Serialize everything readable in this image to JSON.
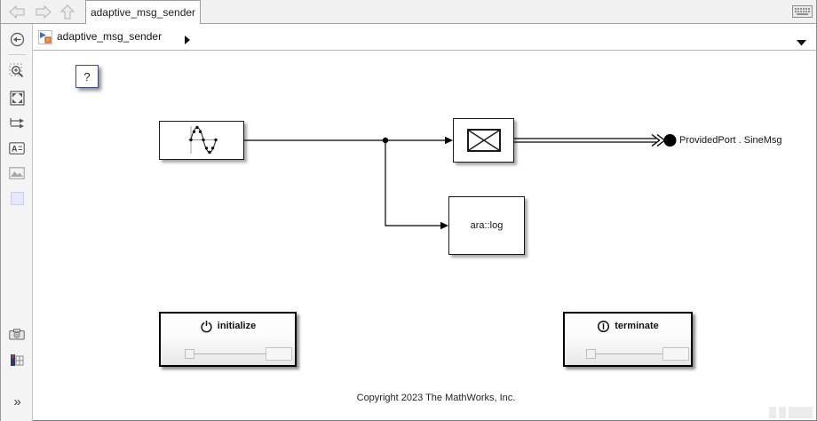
{
  "tab_bar": {
    "tab_label": "adaptive_msg_sender",
    "nav_icons": [
      "back-arrow-icon",
      "forward-arrow-icon",
      "up-arrow-icon",
      "keyboard-icon"
    ]
  },
  "breadcrumb": {
    "model_label": "adaptive_msg_sender",
    "icons": [
      "simulink-model-icon",
      "breadcrumb-forward-caret",
      "dropdown-caret"
    ]
  },
  "left_toolbar": {
    "expand_label": "»",
    "icons": [
      "back-circle-icon",
      "zoom-region-icon",
      "fit-to-view-icon",
      "signal-routing-icon",
      "annotation-icon",
      "image-icon",
      "highlight-box-icon",
      "camera-icon",
      "model-report-icon",
      "expand-more-icon"
    ]
  },
  "diagram": {
    "blocks": [
      {
        "id": "help",
        "type": "unknown-block",
        "label": "?"
      },
      {
        "id": "sine-wave",
        "type": "sine-wave-source",
        "label": ""
      },
      {
        "id": "send-message",
        "type": "message-send",
        "label": ""
      },
      {
        "id": "ara-log",
        "type": "subsystem",
        "label": "ara::log"
      },
      {
        "id": "provided-port",
        "type": "message-out-port",
        "label": "ProvidedPort . SineMsg"
      },
      {
        "id": "initialize",
        "type": "initialize-subsystem",
        "label": "initialize"
      },
      {
        "id": "terminate",
        "type": "terminate-subsystem",
        "label": "terminate"
      }
    ],
    "connections": [
      {
        "from": "sine-wave",
        "to": "send-message",
        "kind": "signal"
      },
      {
        "from": "sine-wave",
        "to": "ara-log",
        "kind": "signal"
      },
      {
        "from": "send-message",
        "to": "provided-port",
        "kind": "message"
      }
    ],
    "copyright": "Copyright 2023 The MathWorks, Inc."
  },
  "colors": {
    "chrome_bg": "#f1f1f1",
    "canvas_bg": "#ffffff",
    "frame_border": "#9f9f9f",
    "block_border": "#1a1a1a",
    "help_block_border": "#3d4c87",
    "highlight_square": "#e4e9f7",
    "wire": "#000000"
  }
}
